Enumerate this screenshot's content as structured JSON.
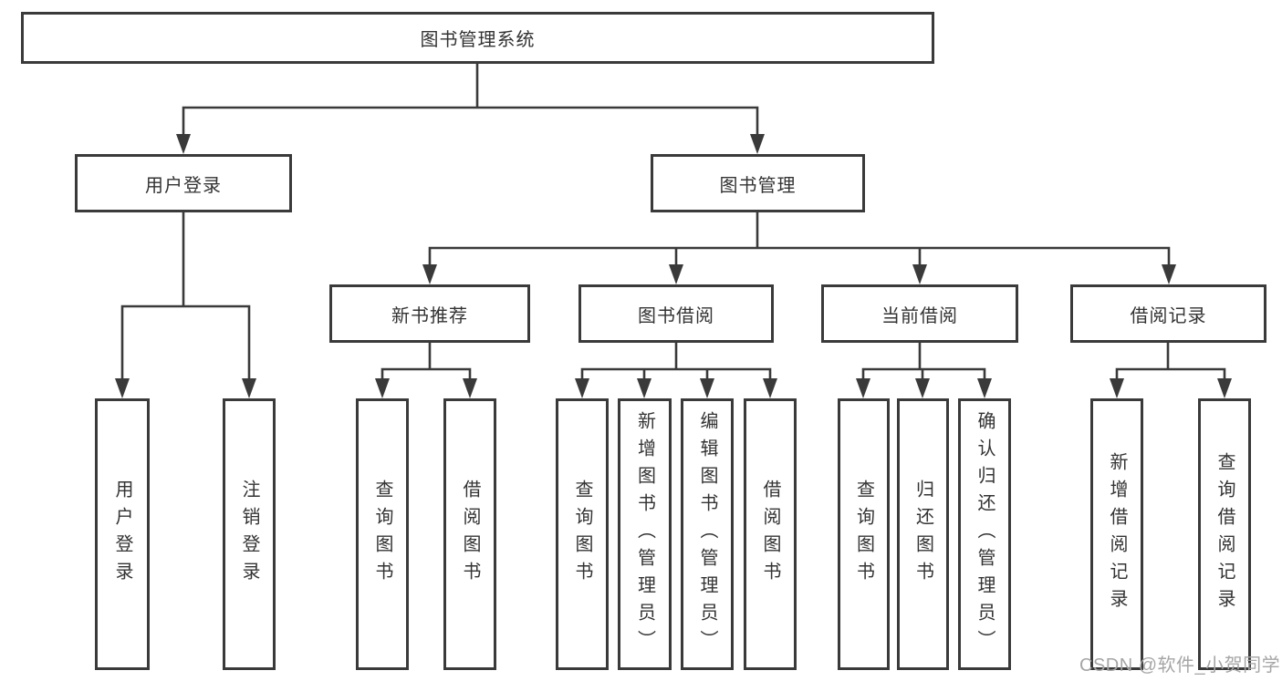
{
  "colors": {
    "line": "#3a3a3a",
    "node_border": "#3a3a3a",
    "node_fill": "#ffffff",
    "text": "#333333",
    "watermark": "#a6a6a6",
    "background": "#ffffff"
  },
  "watermark": "CSDN @软件_小贺同学",
  "tree": {
    "label": "图书管理系统",
    "children": [
      {
        "label": "用户登录",
        "children": [
          {
            "label": "用户登录"
          },
          {
            "label": "注销登录"
          }
        ]
      },
      {
        "label": "图书管理",
        "children": [
          {
            "label": "新书推荐",
            "children": [
              {
                "label": "查询图书"
              },
              {
                "label": "借阅图书"
              }
            ]
          },
          {
            "label": "图书借阅",
            "children": [
              {
                "label": "查询图书"
              },
              {
                "label": "新增图书（管理员）"
              },
              {
                "label": "编辑图书（管理员）"
              },
              {
                "label": "借阅图书"
              }
            ]
          },
          {
            "label": "当前借阅",
            "children": [
              {
                "label": "查询图书"
              },
              {
                "label": "归还图书"
              },
              {
                "label": "确认归还（管理员）"
              }
            ]
          },
          {
            "label": "借阅记录",
            "children": [
              {
                "label": "新增借阅记录"
              },
              {
                "label": "查询借阅记录"
              }
            ]
          }
        ]
      }
    ]
  }
}
